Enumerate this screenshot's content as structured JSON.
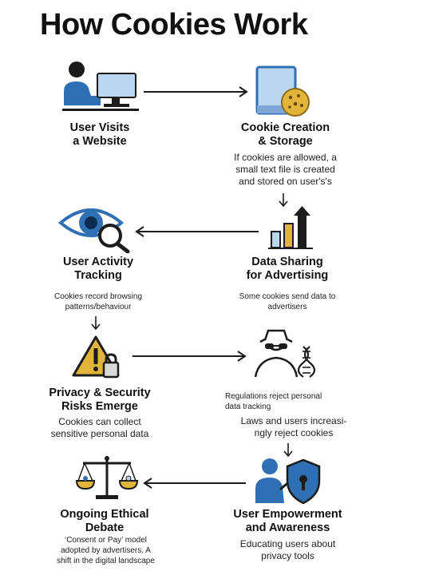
{
  "title": "How Cookies Work",
  "colors": {
    "blue": "#2f6fb3",
    "dark": "#1c1c1c",
    "gold": "#e2b43a",
    "lightblue": "#bcd6f0"
  },
  "steps": [
    {
      "id": "user-visits",
      "icon": "user-computer-icon",
      "title": "User Visits\na Website",
      "desc": ""
    },
    {
      "id": "cookie-creation",
      "icon": "cookie-file-icon",
      "title": "Cookie Creation\n& Storage",
      "desc": "If cookies are allowed, a\nsmall text file is created\nand stored on user's's"
    },
    {
      "id": "data-sharing",
      "icon": "bar-chart-icon",
      "title": "Data Sharing\nfor Advertising",
      "desc": "Some cookies send data to\nadvertisers"
    },
    {
      "id": "activity-tracking",
      "icon": "eye-magnifier-icon",
      "title": "User Activity\nTracking",
      "desc": "Cookies record browsing\npatterns/behaviour"
    },
    {
      "id": "privacy-risks",
      "icon": "warning-lock-icon",
      "title": "Privacy & Security\nRisks Emerge",
      "desc": "Cookies can collect\nsensitive personal data"
    },
    {
      "id": "regulations",
      "icon": "spy-dna-icon",
      "title": "Regulations reject personal\ndata tracking",
      "desc": "Laws and users increasi-\nngly reject cookies"
    },
    {
      "id": "empowerment",
      "icon": "person-shield-icon",
      "title": "User Empowerment\nand Awareness",
      "desc": "Educating users about\nprivacy tools"
    },
    {
      "id": "ethical-debate",
      "icon": "scales-icon",
      "title": "Ongoing Ethical\nDebate",
      "desc": "‘Consent or Pay’ model\nadopted by advertisers. A\nshift in the digital landscape"
    }
  ]
}
